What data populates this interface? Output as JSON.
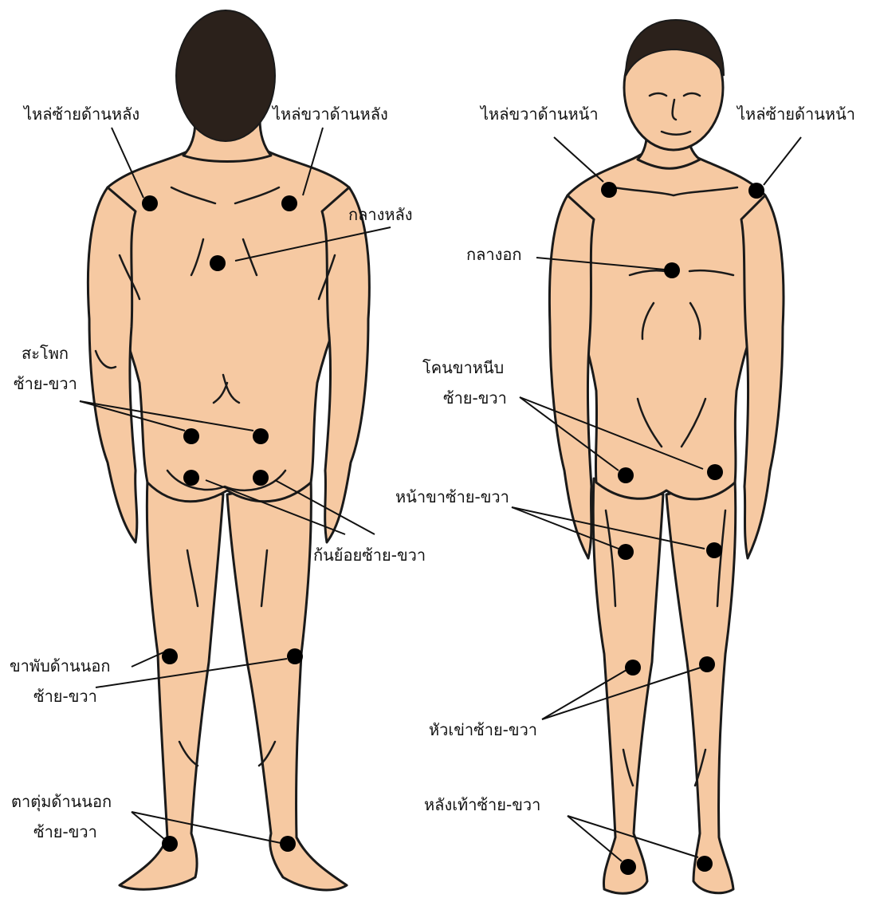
{
  "labels": {
    "back_shoulder_left": "ไหล่ซ้ายด้านหลัง",
    "back_shoulder_right": "ไหล่ขวาด้านหลัง",
    "mid_back": "กลางหลัง",
    "hip_line1": "สะโพก",
    "hip_line2": "ซ้าย-ขวา",
    "buttocks": "ก้นย้อยซ้าย-ขวา",
    "knee_back_line1": "ขาพับด้านนอก",
    "knee_back_line2": "ซ้าย-ขวา",
    "ankle_line1": "ตาตุ่มด้านนอก",
    "ankle_line2": "ซ้าย-ขวา",
    "front_shoulder_right": "ไหล่ขวาด้านหน้า",
    "front_shoulder_left": "ไหล่ซ้ายด้านหน้า",
    "mid_chest": "กลางอก",
    "groin_line1": "โคนขาหนีบ",
    "groin_line2": "ซ้าย-ขวา",
    "thigh_front": "หน้าขาซ้าย-ขวา",
    "knee_front": "หัวเข่าซ้าย-ขวา",
    "instep": "หลังเท้าซ้าย-ขวา"
  },
  "colors": {
    "skin": "#f6c9a2",
    "outline": "#1a1a1a",
    "hair": "#2b211b",
    "dot": "#000000"
  }
}
